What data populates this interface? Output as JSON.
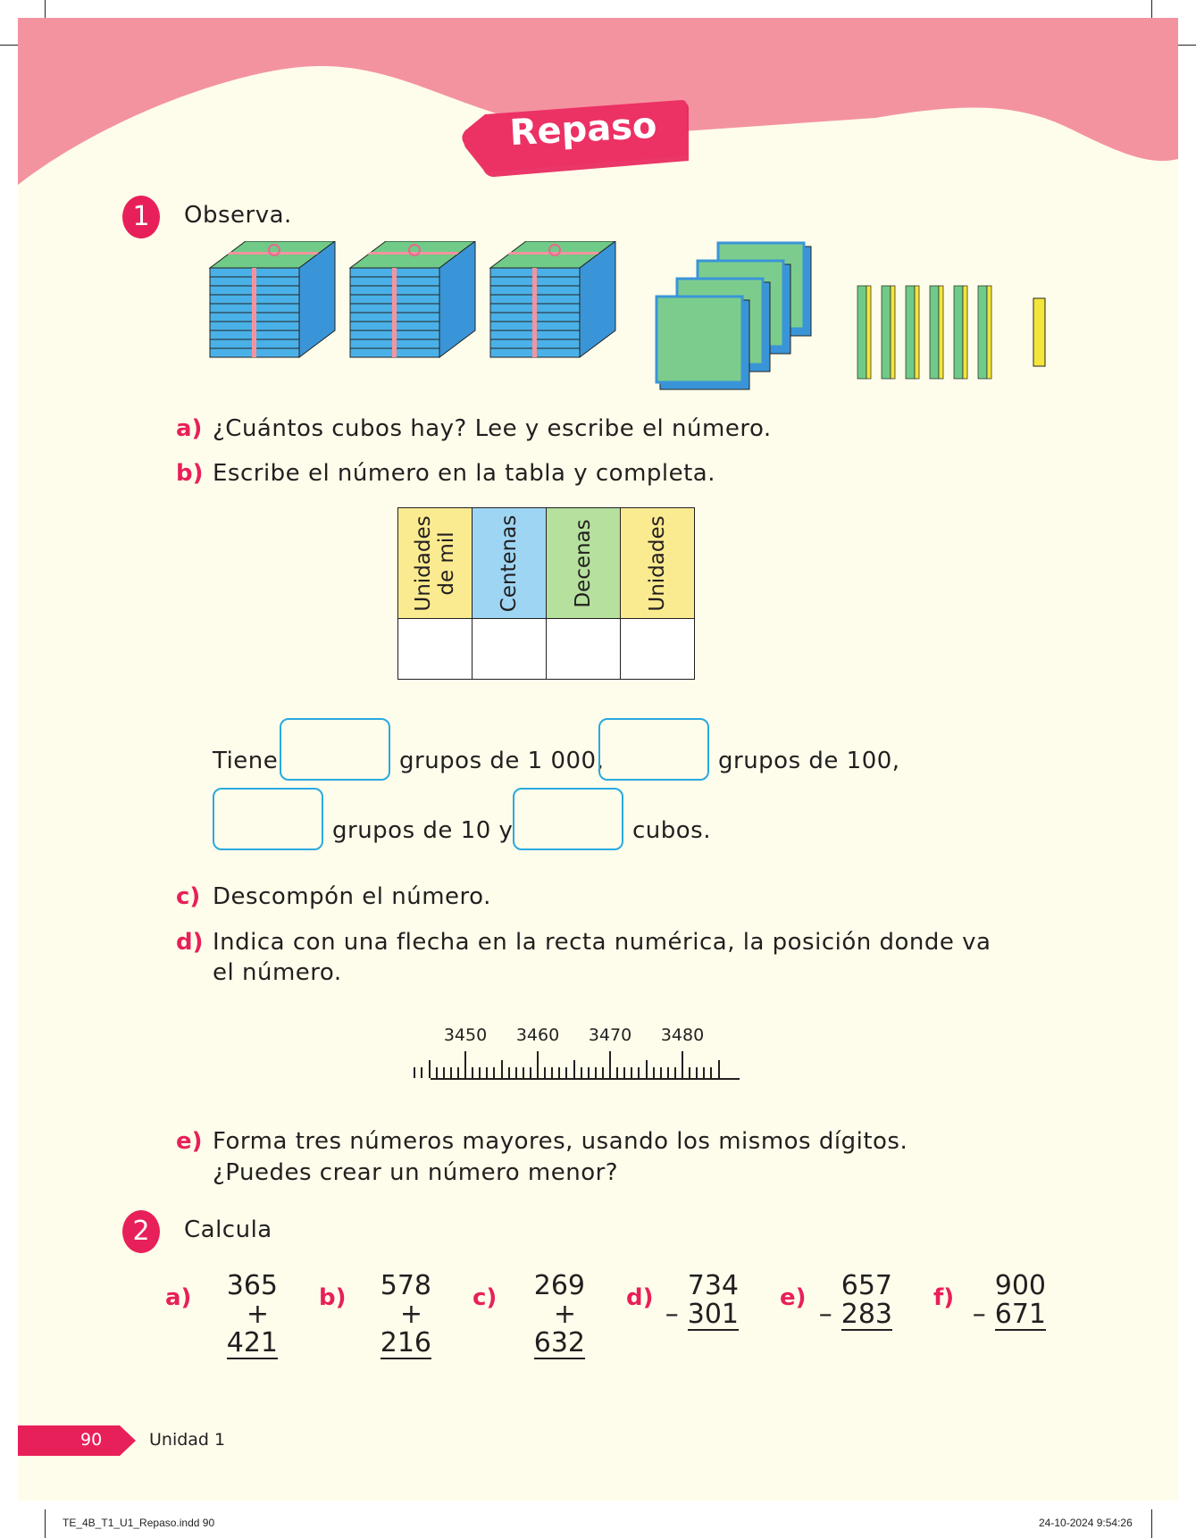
{
  "header": {
    "title": "Repaso"
  },
  "exercise1": {
    "number": "1",
    "title": "Observa.",
    "a": {
      "label": "a)",
      "text": "¿Cuántos cubos hay? Lee y escribe el número."
    },
    "b": {
      "label": "b)",
      "text": "Escribe el número en la tabla y completa."
    },
    "table_headers": [
      "Unidades de mil",
      "Centenas",
      "Decenas",
      "Unidades"
    ],
    "sentence": {
      "w1": "Tiene",
      "w2": "grupos de 1 000,",
      "w3": "grupos de 100,",
      "w4": "grupos de 10 y",
      "w5": "cubos."
    },
    "c": {
      "label": "c)",
      "text": "Descompón el número."
    },
    "d": {
      "label": "d)",
      "line1": "Indica con una flecha en la recta numérica, la posición donde va",
      "line2": "el número."
    },
    "number_line": {
      "start": 3443,
      "end": 3485,
      "labels": [
        "3450",
        "3460",
        "3470",
        "3480"
      ]
    },
    "e": {
      "label": "e)",
      "line1": "Forma tres números mayores, usando los mismos dígitos.",
      "line2": "¿Puedes crear un número menor?"
    },
    "blocks": {
      "thousands": 3,
      "hundreds": 4,
      "tens": 6,
      "units": 1
    }
  },
  "exercise2": {
    "number": "2",
    "title": "Calcula",
    "items": [
      {
        "label": "a)",
        "top": "365",
        "op": "+",
        "bottom": "421"
      },
      {
        "label": "b)",
        "top": "578",
        "op": "+",
        "bottom": "216"
      },
      {
        "label": "c)",
        "top": "269",
        "op": "+",
        "bottom": "632"
      },
      {
        "label": "d)",
        "top": "734",
        "op": "–",
        "bottom": "301"
      },
      {
        "label": "e)",
        "top": "657",
        "op": "–",
        "bottom": "283"
      },
      {
        "label": "f)",
        "top": "900",
        "op": "–",
        "bottom": "671"
      }
    ]
  },
  "footer": {
    "page": "90",
    "unit": "Unidad 1",
    "slug": "TE_4B_T1_U1_Repaso.indd   90",
    "date": "24-10-2024   9:54:26"
  },
  "colors": {
    "accent": "#e8205a",
    "pink": "#f493a0",
    "bg": "#fefdeb"
  }
}
